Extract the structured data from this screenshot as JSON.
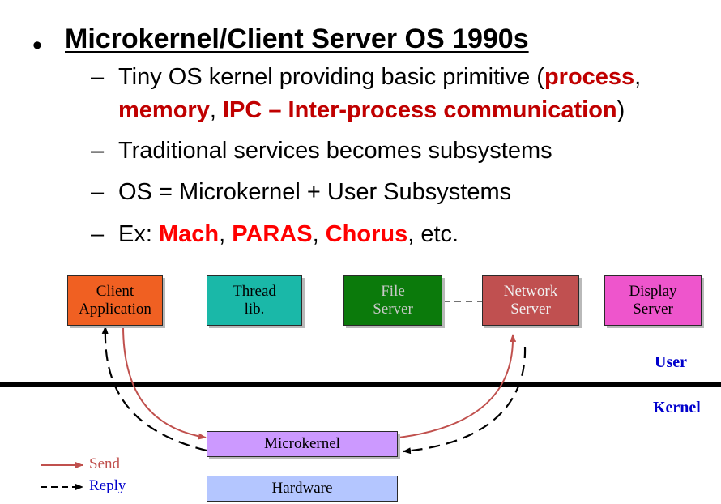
{
  "title": "Microkernel/Client Server OS 1990s",
  "bullets": {
    "b1_prefix": "Tiny OS kernel providing basic primitive (",
    "b1_process": "process",
    "b1_comma1": ",",
    "b1_memory": "memory",
    "b1_comma2": ", ",
    "b1_ipc": "IPC – Inter-process communication",
    "b1_suffix": ")",
    "b2": "Traditional services becomes subsystems",
    "b3": "OS = Microkernel + User Subsystems",
    "b4_prefix": "Ex: ",
    "b4_mach": "Mach",
    "b4_sep1": ", ",
    "b4_paras": "PARAS",
    "b4_sep2": ", ",
    "b4_chorus": "Chorus",
    "b4_suffix": ", etc."
  },
  "diagram": {
    "boxes": {
      "client": {
        "line1": "Client",
        "line2": "Application",
        "color": "#f06022"
      },
      "thread": {
        "line1": "Thread",
        "line2": "lib.",
        "color": "#1ab8a8"
      },
      "file": {
        "line1": "File",
        "line2": "Server",
        "color": "#0b7a0b"
      },
      "network": {
        "line1": "Network",
        "line2": "Server",
        "color": "#c05050"
      },
      "display": {
        "line1": "Display",
        "line2": "Server",
        "color": "#ee55cc"
      },
      "microkernel": {
        "label": "Microkernel",
        "color": "#cc99ff"
      },
      "hardware": {
        "label": "Hardware",
        "color": "#b4c6ff"
      }
    },
    "labels": {
      "user": "User",
      "kernel": "Kernel"
    },
    "legend": {
      "send": "Send",
      "send_color": "#c0504d",
      "reply": "Reply",
      "reply_color": "#0000cc"
    }
  }
}
